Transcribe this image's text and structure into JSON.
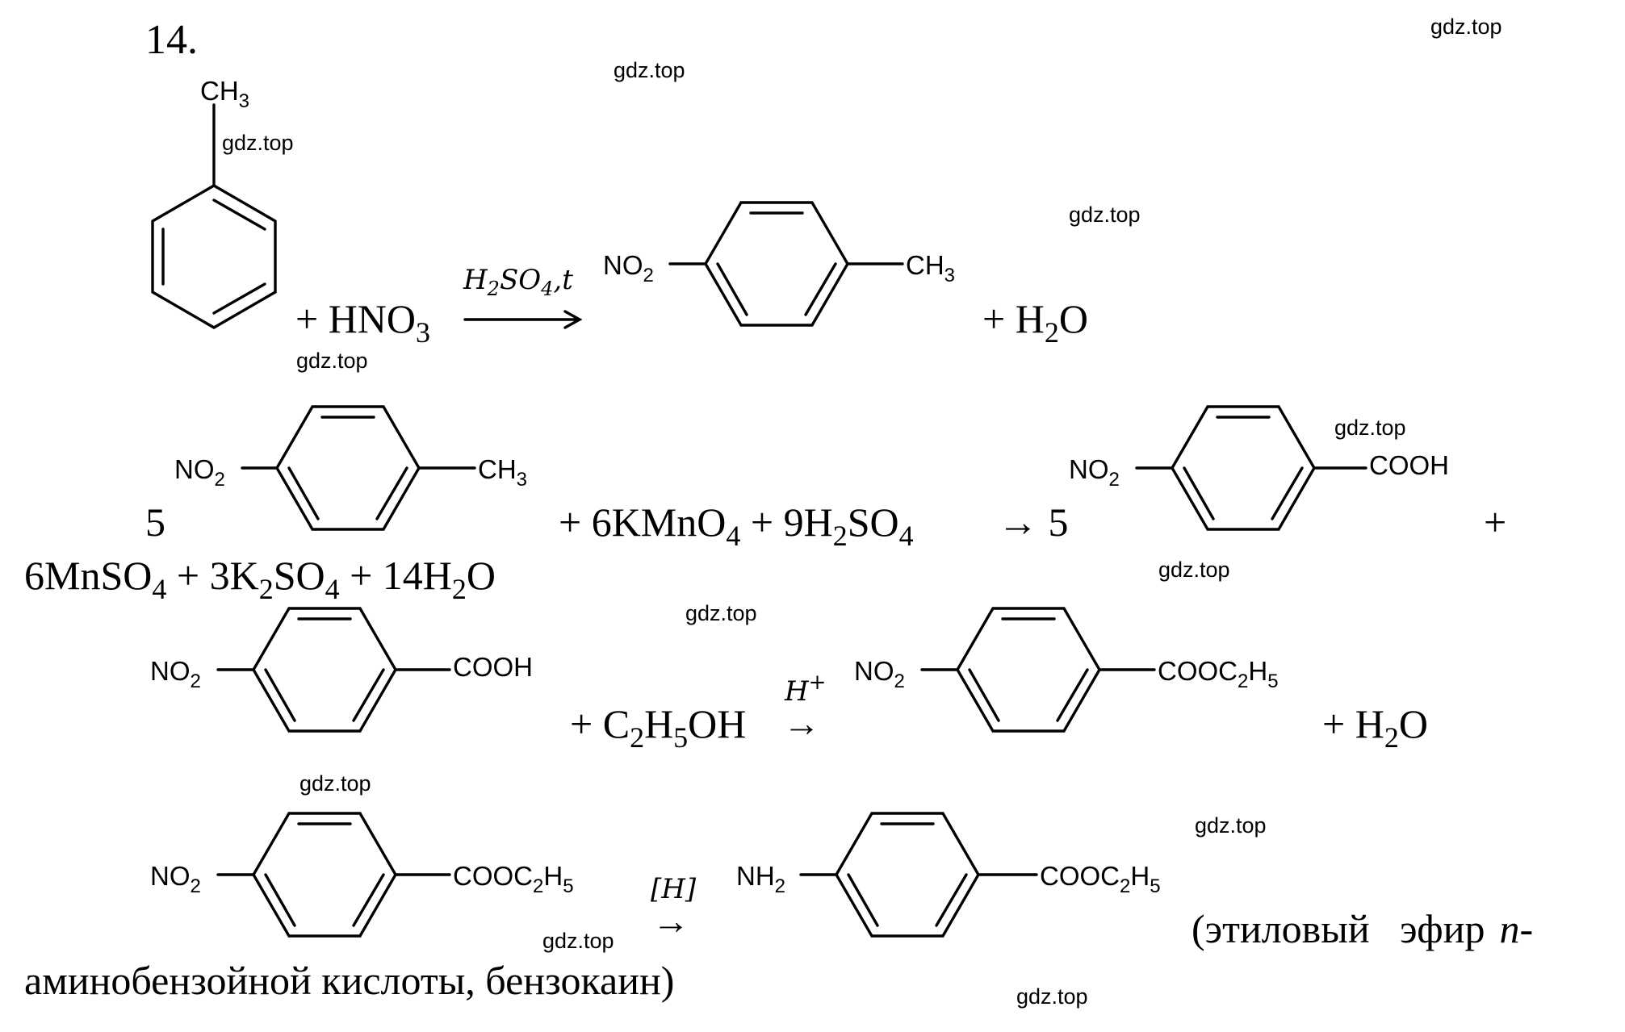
{
  "problem_number": "14.",
  "watermark": "gdz.top",
  "reaction1": {
    "plus_hno3": "+ HNO",
    "hno3_sub": "3",
    "conditions": "H",
    "cond_sub1": "2",
    "cond_mid": "SO",
    "cond_sub2": "4",
    "cond_tail": ",t",
    "no2": "NO",
    "no2_sub": "2",
    "ch3": "CH",
    "ch3_sub": "3",
    "plus_h2o_a": "+ H",
    "plus_h2o_sub": "2",
    "plus_h2o_b": "O"
  },
  "reaction2": {
    "coef_left": "5",
    "left_side_a": "+ 6KMnO",
    "sub4a": "4",
    "left_side_b": " + 9H",
    "sub2": "2",
    "left_side_c": "SO",
    "sub4b": "4",
    "arrow_coef": "→ 5",
    "plus": "+",
    "cooh": "COOH",
    "line2_a": "6MnSO",
    "line2_s1": "4",
    "line2_b": " + 3K",
    "line2_s2": "2",
    "line2_c": "SO",
    "line2_s3": "4",
    "line2_d": " + 14H",
    "line2_s4": "2",
    "line2_e": "O"
  },
  "reaction3": {
    "plus_ethanol_a": "+ C",
    "s1": "2",
    "plus_ethanol_b": "H",
    "s2": "5",
    "plus_ethanol_c": "OH",
    "arrow": "→",
    "catalyst": "H",
    "catalyst_sup": "+",
    "cooc2h5_a": "COOC",
    "cooc2h5_s1": "2",
    "cooc2h5_b": "H",
    "cooc2h5_s2": "5",
    "plus_h2o_a": "+ H",
    "plus_h2o_sub": "2",
    "plus_h2o_b": "O"
  },
  "reaction4": {
    "reducer": "[H]",
    "arrow": "→",
    "nh2": "NH",
    "nh2_sub": "2",
    "note_line1_a": "(этиловый   эфир",
    "note_italic": "n",
    "note_line1_b": "-",
    "note_line2": "аминобензойной кислоты, бензокаин)"
  }
}
